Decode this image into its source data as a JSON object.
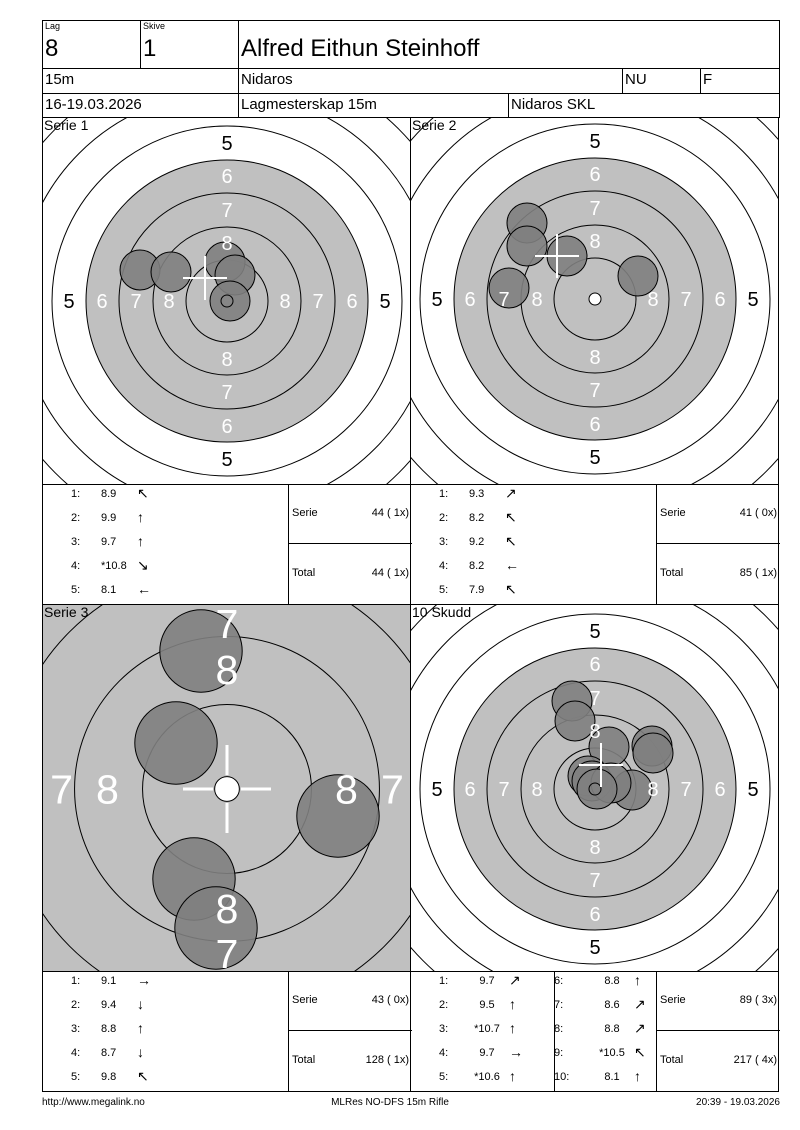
{
  "header": {
    "lag_label": "Lag",
    "lag": "8",
    "skive_label": "Skive",
    "skive": "1",
    "name": "Alfred Eithun Steinhoff",
    "distance": "15m",
    "club": "Nidaros",
    "class": "NU",
    "gender": "F",
    "date": "16-19.03.2026",
    "event": "Lagmesterskap 15m",
    "organizer": "Nidaros SKL"
  },
  "target_labels": {
    "five": "5",
    "six": "6",
    "seven": "7",
    "eight": "8"
  },
  "panels": [
    {
      "title": "Serie 1",
      "shots": [
        {
          "n": "1:",
          "v": "8.9",
          "dir": "↖"
        },
        {
          "n": "2:",
          "v": "9.9",
          "dir": "↑"
        },
        {
          "n": "3:",
          "v": "9.7",
          "dir": "↑"
        },
        {
          "n": "4:",
          "v": "*10.8",
          "dir": "↘"
        },
        {
          "n": "5:",
          "v": "8.1",
          "dir": "←"
        }
      ],
      "serie_label": "Serie",
      "serie": "44 ( 1x)",
      "total_label": "Total",
      "total": "44 ( 1x)"
    },
    {
      "title": "Serie 2",
      "shots": [
        {
          "n": "1:",
          "v": "9.3",
          "dir": "↗"
        },
        {
          "n": "2:",
          "v": "8.2",
          "dir": "↖"
        },
        {
          "n": "3:",
          "v": "9.2",
          "dir": "↖"
        },
        {
          "n": "4:",
          "v": "8.2",
          "dir": "←"
        },
        {
          "n": "5:",
          "v": "7.9",
          "dir": "↖"
        }
      ],
      "serie_label": "Serie",
      "serie": "41 ( 0x)",
      "total_label": "Total",
      "total": "85 ( 1x)"
    },
    {
      "title": "Serie 3",
      "shots": [
        {
          "n": "1:",
          "v": "9.1",
          "dir": "→"
        },
        {
          "n": "2:",
          "v": "9.4",
          "dir": "↓"
        },
        {
          "n": "3:",
          "v": "8.8",
          "dir": "↑"
        },
        {
          "n": "4:",
          "v": "8.7",
          "dir": "↓"
        },
        {
          "n": "5:",
          "v": "9.8",
          "dir": "↖"
        }
      ],
      "serie_label": "Serie",
      "serie": "43 ( 0x)",
      "total_label": "Total",
      "total": "128 ( 1x)"
    },
    {
      "title": "10 Skudd",
      "shots": [
        {
          "n": "1:",
          "v": "9.7",
          "dir": "↗"
        },
        {
          "n": "2:",
          "v": "9.5",
          "dir": "↑"
        },
        {
          "n": "3:",
          "v": "*10.7",
          "dir": "↑"
        },
        {
          "n": "4:",
          "v": "9.7",
          "dir": "→"
        },
        {
          "n": "5:",
          "v": "*10.6",
          "dir": "↑"
        },
        {
          "n": "6:",
          "v": "8.8",
          "dir": "↑"
        },
        {
          "n": "7:",
          "v": "8.6",
          "dir": "↗"
        },
        {
          "n": "8:",
          "v": "8.8",
          "dir": "↗"
        },
        {
          "n": "9:",
          "v": "*10.5",
          "dir": "↖"
        },
        {
          "n": "10:",
          "v": "8.1",
          "dir": "↑"
        }
      ],
      "serie_label": "Serie",
      "serie": "89 ( 3x)",
      "total_label": "Total",
      "total": "217 ( 4x)"
    }
  ],
  "footer": {
    "url": "http://www.megalink.no",
    "software": "MLRes NO-DFS 15m Rifle",
    "timestamp": "20:39 - 19.03.2026"
  },
  "colors": {
    "grey": "#c0c0c0",
    "shot": "#808080"
  }
}
